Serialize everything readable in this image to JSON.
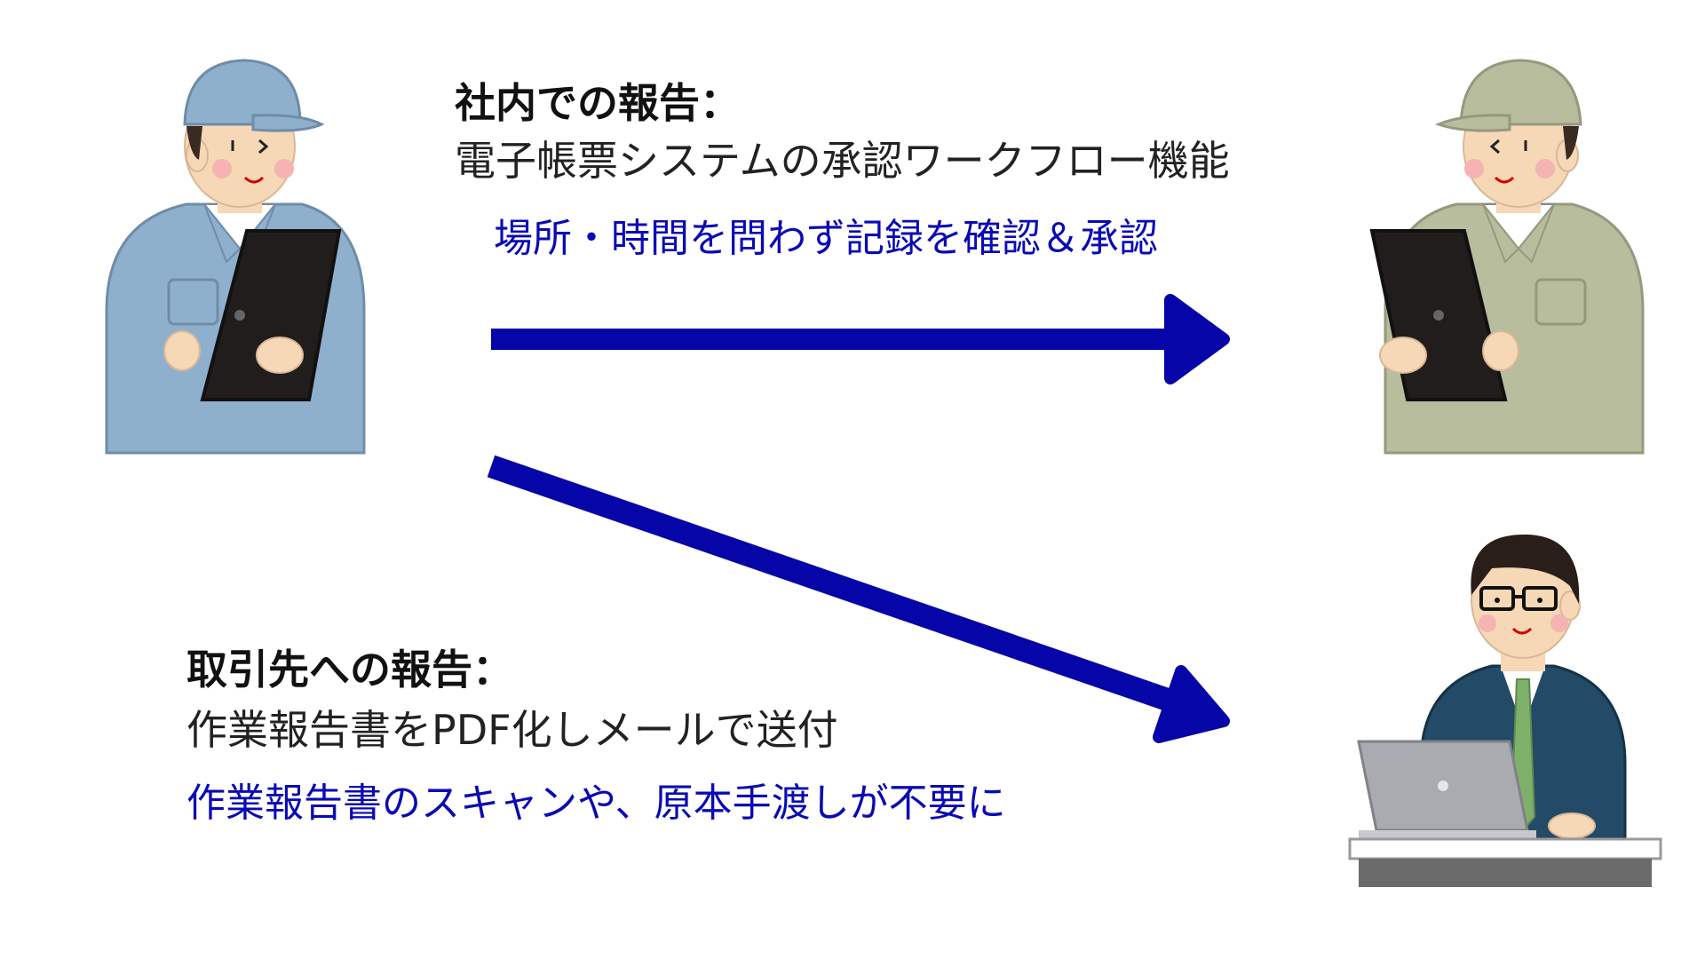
{
  "internal": {
    "heading": "社内での報告：",
    "method": "電子帳票システムの承認ワークフロー機能",
    "benefit": "場所・時間を問わず記録を確認＆承認"
  },
  "client": {
    "heading": "取引先への報告：",
    "method": "作業報告書をPDF化しメールで送付",
    "benefit": "作業報告書のスキャンや、原本手渡しが不要に"
  },
  "colors": {
    "accent": "#0a0ab4",
    "arrow": "#0505a8",
    "worker_left_uniform": "#8fb0cc",
    "worker_right_uniform": "#b7bd9d",
    "businessman_suit": "#234a66"
  },
  "icons": {
    "left_person": "worker-with-tablet-icon",
    "right_person": "worker-with-tablet-icon",
    "client_person": "businessman-with-laptop-icon"
  }
}
